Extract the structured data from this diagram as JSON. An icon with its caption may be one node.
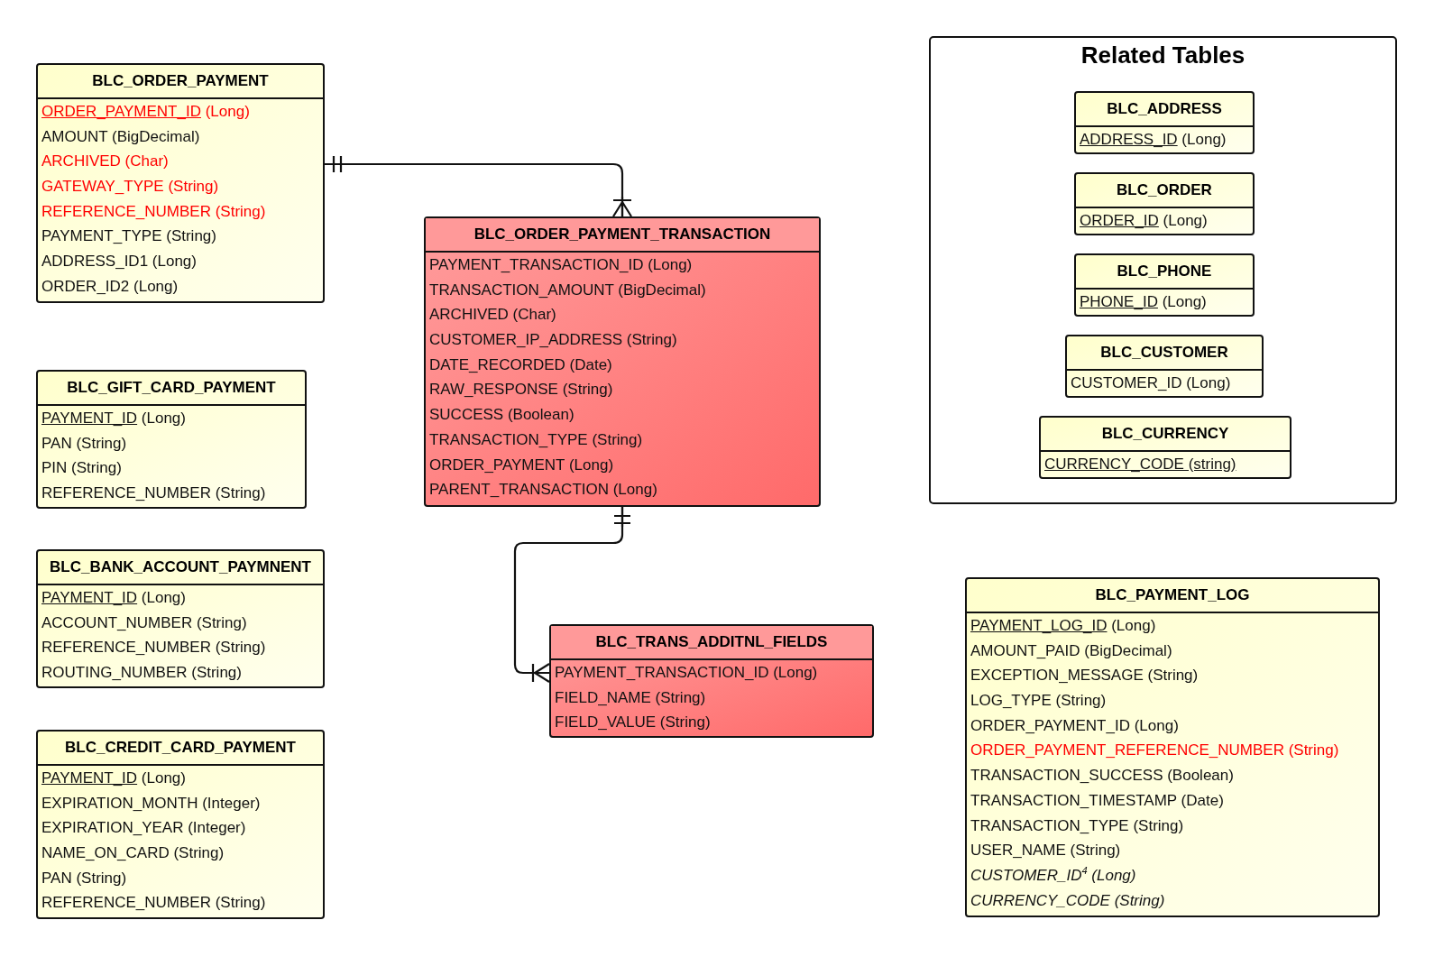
{
  "diagram": {
    "nodes": [
      {
        "text": [
          "BLC_ORDER_PAYMENT",
          "ORDER_PAYMENT_ID (Long)",
          "AMOUNT (BigDecimal)",
          "ARCHIVED (Char)",
          "GATEWAY_TYPE (String)",
          "REFERENCE_NUMBER (String)",
          "PAYMENT_TYPE (String)",
          "ADDRESS_ID1 (Long)",
          "ORDER_ID2 (Long)"
        ]
      },
      {
        "text": [
          "Related Tables"
        ]
      },
      {
        "text": [
          "BLC_ADDRESS",
          "ADDRESS_ID (Long)"
        ],
        "in": 1
      },
      {
        "text": [
          "BLC_ORDER",
          "ORDER_ID (Long)"
        ],
        "in": 1
      },
      {
        "text": [
          "BLC_PHONE",
          "PHONE_ID (Long)"
        ],
        "in": 1
      },
      {
        "text": [
          "BLC_CUSTOMER",
          "CUSTOMER_ID (Long)"
        ],
        "in": 1
      },
      {
        "text": [
          "BLC_CURRENCY",
          "CURRENCY_CODE (string)"
        ],
        "in": 1
      },
      {
        "text": [
          "BLC_ORDER_PAYMENT_TRANSACTION",
          "PAYMENT_TRANSACTION_ID (Long)",
          "TRANSACTION_AMOUNT (BigDecimal)",
          "ARCHIVED (Char)",
          "CUSTOMER_IP_ADDRESS (String)",
          "DATE_RECORDED (Date)",
          "RAW_RESPONSE (String)",
          "SUCCESS (Boolean)",
          "TRANSACTION_TYPE (String)",
          "ORDER_PAYMENT (Long)",
          "PARENT_TRANSACTION (Long)"
        ]
      },
      {
        "text": [
          "BLC_GIFT_CARD_PAYMENT",
          "PAYMENT_ID (Long)",
          "PAN (String)",
          "PIN (String)",
          "REFERENCE_NUMBER (String)"
        ]
      },
      {
        "text": [
          "BLC_BANK_ACCOUNT_PAYMNENT",
          "PAYMENT_ID (Long)",
          "ACCOUNT_NUMBER (String)",
          "REFERENCE_NUMBER (String)",
          "ROUTING_NUMBER (String)"
        ]
      },
      {
        "text": [
          "BLC_TRANS_ADDITNL_FIELDS",
          "PAYMENT_TRANSACTION_ID (Long)",
          "FIELD_NAME (String)",
          "FIELD_VALUE (String)"
        ]
      },
      {
        "text": [
          "BLC_PAYMENT_LOG",
          "PAYMENT_LOG_ID (Long)",
          "AMOUNT_PAID (BigDecimal)",
          "EXCEPTION_MESSAGE (String)",
          "LOG_TYPE (String)",
          "ORDER_PAYMENT_ID (Long)",
          "ORDER_PAYMENT_REFERENCE_NUMBER (String)",
          "TRANSACTION_SUCCESS (Boolean)",
          "TRANSACTION_TIMESTAMP (Date)",
          "TRANSACTION_TYPE (String)",
          "USER_NAME (String)",
          "CUSTOMER_ID$^{4}$ (Long)",
          "CURRENCY_CODE (String)"
        ]
      },
      {
        "text": [
          "BLC_CREDIT_CARD_PAYMENT",
          "PAYMENT_ID (Long)",
          "EXPIRATION_MONTH (Integer)",
          "EXPIRATION_YEAR (Integer)",
          "NAME_ON_CARD (String)",
          "PAN (String)",
          "REFERENCE_NUMBER (String)"
        ]
      }
    ],
    "edges": [
      {
        "from": 0,
        "to": 7,
        "arrow": "other"
      },
      {
        "from": 7,
        "to": 10,
        "arrow": "other"
      }
    ]
  }
}
